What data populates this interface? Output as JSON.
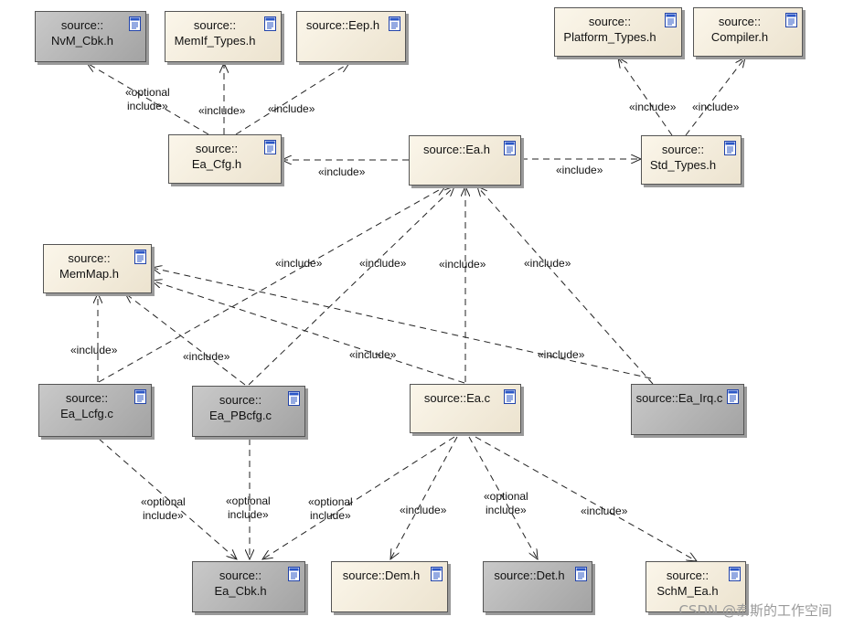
{
  "nodes": {
    "nvm_cbk": {
      "line1": "source::",
      "line2": "NvM_Cbk.h"
    },
    "memif_types": {
      "line1": "source::",
      "line2": "MemIf_Types.h"
    },
    "eep": {
      "line1": "source::Eep.h",
      "line2": ""
    },
    "platform_types": {
      "line1": "source::",
      "line2": "Platform_Types.h"
    },
    "compiler": {
      "line1": "source::",
      "line2": "Compiler.h"
    },
    "ea_cfg": {
      "line1": "source::",
      "line2": "Ea_Cfg.h"
    },
    "ea_h": {
      "line1": "source::Ea.h",
      "line2": ""
    },
    "std_types": {
      "line1": "source::",
      "line2": "Std_Types.h"
    },
    "memmap": {
      "line1": "source::",
      "line2": "MemMap.h"
    },
    "ea_lcfg": {
      "line1": "source::",
      "line2": "Ea_Lcfg.c"
    },
    "ea_pbcfg": {
      "line1": "source::",
      "line2": "Ea_PBcfg.c"
    },
    "ea_c": {
      "line1": "source::Ea.c",
      "line2": ""
    },
    "ea_irq": {
      "line1": "source::Ea_Irq.c",
      "line2": ""
    },
    "ea_cbk": {
      "line1": "source::",
      "line2": "Ea_Cbk.h"
    },
    "dem": {
      "line1": "source::Dem.h",
      "line2": ""
    },
    "det": {
      "line1": "source::Det.h",
      "line2": ""
    },
    "schm_ea": {
      "line1": "source::",
      "line2": "SchM_Ea.h"
    }
  },
  "labels": {
    "l1": "«optional",
    "l1b": "include»",
    "l2": "«include»",
    "l3": "«include»",
    "l4": "«include»",
    "l5": "«include»",
    "l6": "«include»",
    "l7": "«include»",
    "l8": "«include»",
    "l9": "«include»",
    "l10": "«include»",
    "l11": "«include»",
    "l12": "«include»",
    "l13": "«include»",
    "l14": "«include»",
    "l15": "«include»",
    "l16": "«optional",
    "l16b": "include»",
    "l17": "«optional",
    "l17b": "include»",
    "l18": "«optional",
    "l18b": "include»",
    "l19": "«include»",
    "l20": "«optional",
    "l20b": "include»",
    "l21": "«include»"
  },
  "watermark": "CSDN @泰斯的工作空间",
  "colors": {
    "cream": "#f3ecdc",
    "gray": "#b4b4b4",
    "border": "#555555",
    "line": "#222222"
  }
}
